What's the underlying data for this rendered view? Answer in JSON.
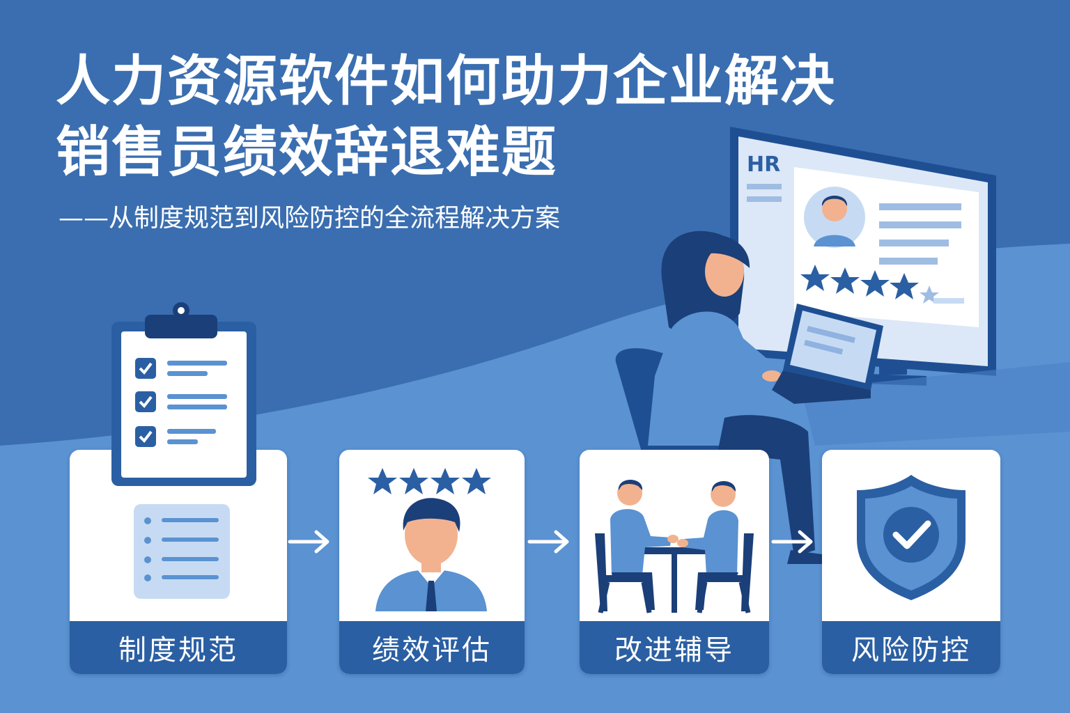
{
  "title": {
    "line1": "人力资源软件如何助力企业解决",
    "line2": "销售员绩效辞退难题"
  },
  "subtitle": "——从制度规范到风险防控的全流程解决方案",
  "monitor": {
    "badge": "HR",
    "rating_stars": 4.5
  },
  "steps": [
    {
      "label": "制度规范",
      "icon": "clipboard-checklist-icon"
    },
    {
      "label": "绩效评估",
      "icon": "employee-rating-icon"
    },
    {
      "label": "改进辅导",
      "icon": "coaching-meeting-icon"
    },
    {
      "label": "风险防控",
      "icon": "shield-check-icon"
    }
  ],
  "colors": {
    "background": "#3a6fb0",
    "accent": "#2b5fa3",
    "light": "#5a92d2"
  }
}
